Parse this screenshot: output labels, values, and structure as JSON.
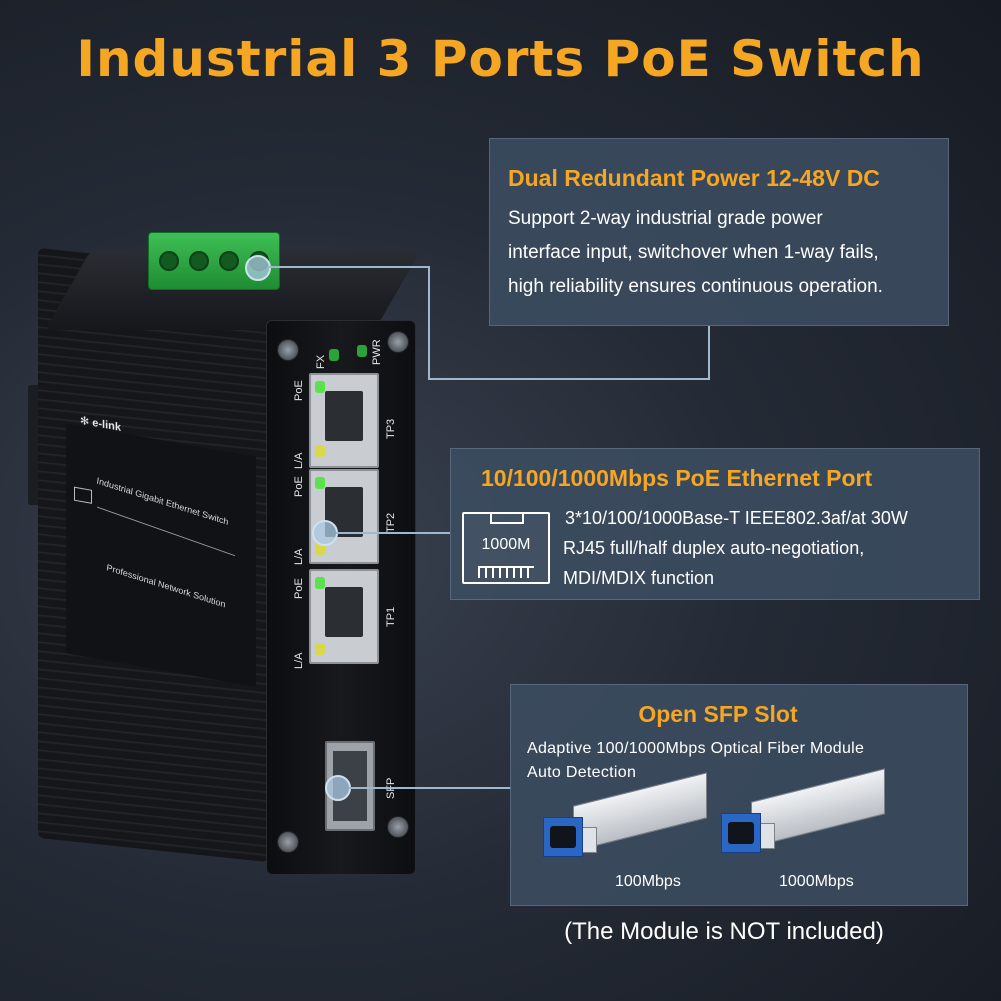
{
  "headline": "Industrial 3 Ports PoE Switch",
  "colors": {
    "accent": "#f5a623",
    "text": "#ffffff",
    "panel": "#3c4e62",
    "connector": "#9db8cf",
    "terminal_green": "#2fa844",
    "led_green": "#5de04d"
  },
  "power_panel": {
    "title": "Dual Redundant Power 12-48V DC",
    "lines": [
      "Support 2-way industrial grade power",
      "interface input, switchover when 1-way fails,",
      "high reliability ensures continuous operation."
    ]
  },
  "ethernet_panel": {
    "title": "10/100/1000Mbps PoE Ethernet Port",
    "icon_label": "1000M",
    "lines": [
      "3*10/100/1000Base-T IEEE802.3af/at 30W",
      "RJ45 full/half duplex auto-negotiation,",
      "MDI/MDIX function"
    ]
  },
  "sfp_panel": {
    "title": "Open SFP Slot",
    "lines": [
      "Adaptive 100/1000Mbps Optical Fiber Module",
      "Auto Detection"
    ],
    "modules": [
      {
        "label": "100Mbps"
      },
      {
        "label": "1000Mbps"
      }
    ]
  },
  "note": "(The Module is NOT included)",
  "device": {
    "brand": "e-link",
    "side_title": "Industrial Gigabit Ethernet Switch",
    "side_subtitle": "Professional Network Solution",
    "led_labels": [
      "FX",
      "PWR"
    ],
    "ports": [
      {
        "name": "TP3",
        "led_top": "PoE",
        "led_bottom": "L/A"
      },
      {
        "name": "TP2",
        "led_top": "PoE",
        "led_bottom": "L/A"
      },
      {
        "name": "TP1",
        "led_top": "PoE",
        "led_bottom": "L/A"
      }
    ],
    "sfp_label": "SFP"
  }
}
